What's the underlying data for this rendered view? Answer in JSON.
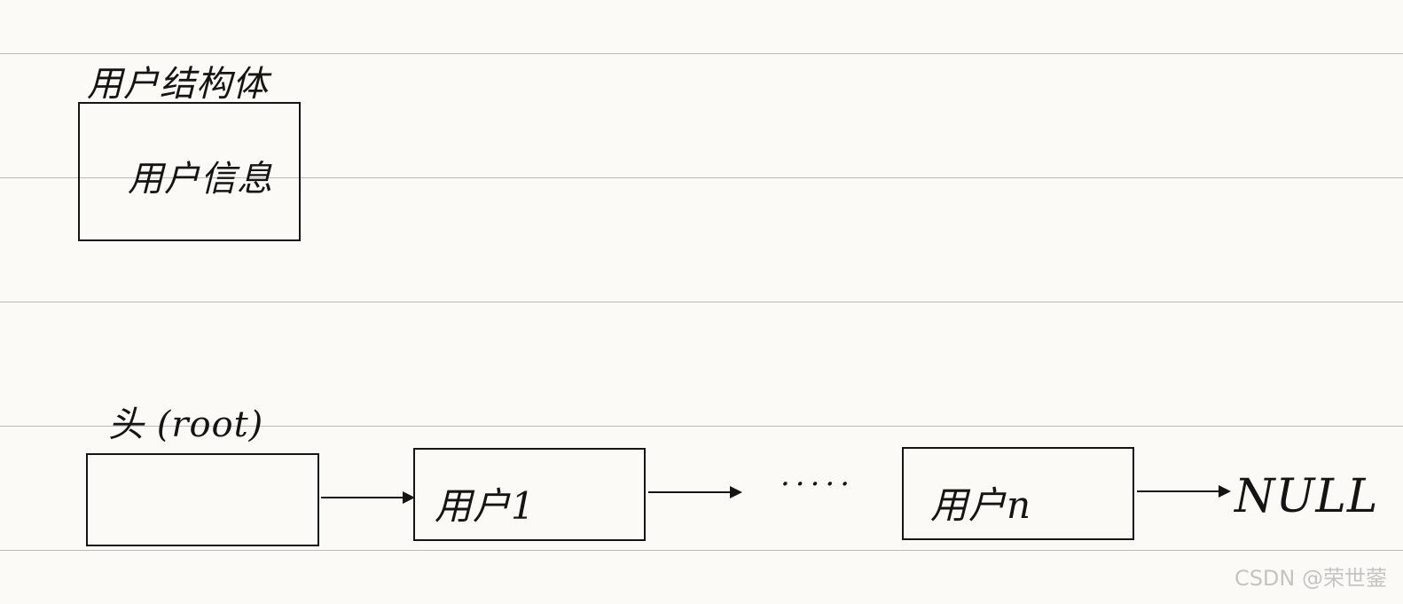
{
  "struct_section": {
    "title": "用户结构体",
    "box_label": "用户信息"
  },
  "list_section": {
    "head_label": "头 (root)",
    "head_box_label": "",
    "node_first_label": "用户1",
    "ellipsis": "·····",
    "node_last_label": "用户n",
    "terminal_label": "NULL"
  },
  "watermark": "CSDN @荣世蓥"
}
